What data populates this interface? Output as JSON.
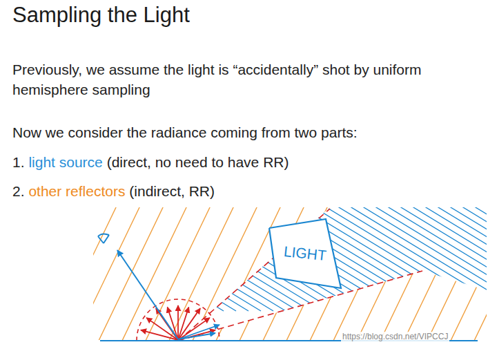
{
  "diagram": {
    "title": "Sampling the Light",
    "nodes": [
      {
        "text": [
          "LIGHT"
        ]
      }
    ],
    "labels": [
      "Previously, we assume the light is “accidentally” shot by uniform hemisphere sampling",
      "Now we consider the radiance coming from two parts:",
      "1.",
      "light source",
      "(direct, no need to have RR)",
      "2.",
      "other reflectors",
      "(indirect, RR)",
      "https://blog.csdn.net/VIPCCJ"
    ]
  }
}
